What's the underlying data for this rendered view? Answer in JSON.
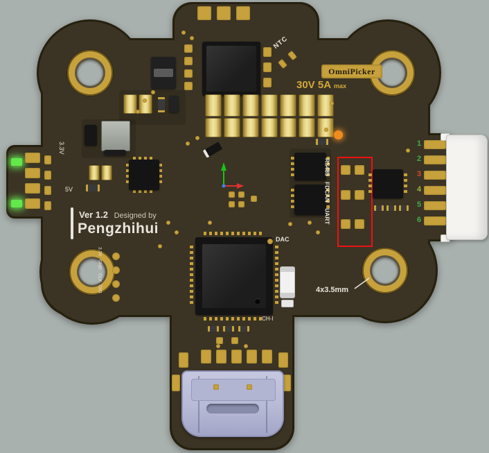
{
  "scene": {
    "background_color": "#a9b1ae",
    "board_color": "#3b3424",
    "board_edge_color": "#26200f",
    "gold_color": "#c7a23c",
    "silk_color": "#e8e5dc",
    "annotation_color": "#ee1111",
    "led_green_color": "#62e84a",
    "led_orange_color": "#f08c1e",
    "usb_body_color": "#b7bad6",
    "connector_body_color": "#f4f3f0",
    "rating_text_color": "#d2a93c"
  },
  "silkscreen": {
    "ntc": "NTC",
    "brand": "OmniPicker",
    "rating": "30V 5A",
    "rating_suffix": "max",
    "rail_3v3": "3.3V",
    "rail_5v": "5V",
    "version": "Ver 1.2",
    "designed_by": "Designed by",
    "designer": "Pengzhihui",
    "dac": "DAC",
    "ch1": "CH-I",
    "mounting_note": "4x3.5mm",
    "debug_pins": [
      "3.3V",
      "GND",
      "CLK",
      "DIO"
    ],
    "interfaces": [
      "RS485",
      "FDCAN",
      "UART"
    ]
  },
  "connector": {
    "pins": [
      {
        "label": "1",
        "color": "#3fae4c"
      },
      {
        "label": "2",
        "color": "#3fae4c"
      },
      {
        "label": "3",
        "color": "#cf4a2e"
      },
      {
        "label": "4",
        "color": "#9ab33c"
      },
      {
        "label": "5",
        "color": "#3fae4c"
      },
      {
        "label": "6",
        "color": "#3fae4c"
      }
    ]
  }
}
